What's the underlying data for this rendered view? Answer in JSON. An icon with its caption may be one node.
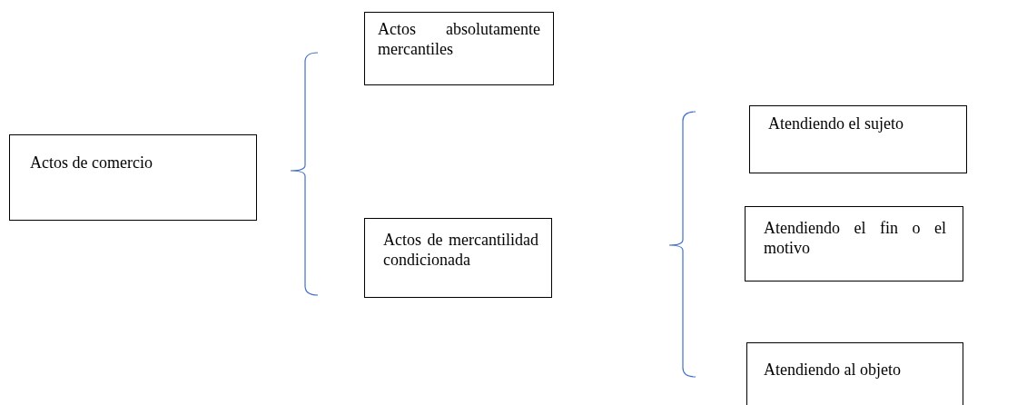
{
  "diagram": {
    "nodes": [
      {
        "text": [
          "Actos de comercio"
        ]
      },
      {
        "text": [
          "Actos absolutamente mercantiles"
        ]
      },
      {
        "text": [
          "Actos de mercantilidad condicionada"
        ]
      },
      {
        "text": [
          "Atendiendo el sujeto"
        ]
      },
      {
        "text": [
          "Atendiendo el fin o el motivo"
        ]
      },
      {
        "text": [
          "Atendiendo al objeto"
        ]
      }
    ]
  }
}
